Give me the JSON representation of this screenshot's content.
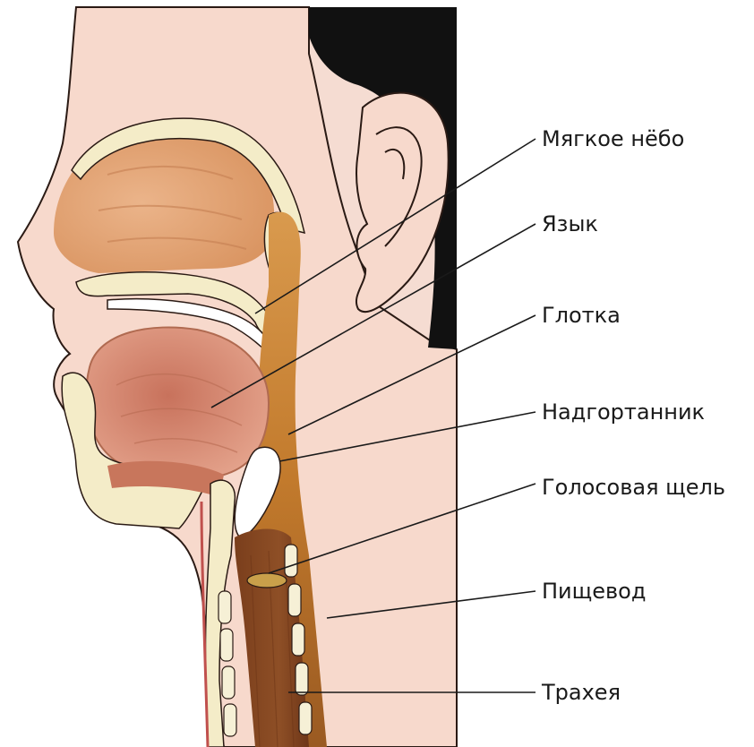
{
  "labels": [
    {
      "id": "soft-palate",
      "text": "Мягкое нёбо"
    },
    {
      "id": "tongue",
      "text": "Язык"
    },
    {
      "id": "pharynx",
      "text": "Глотка"
    },
    {
      "id": "epiglottis",
      "text": "Надгортанник"
    },
    {
      "id": "glottis",
      "text": "Голосовая щель"
    },
    {
      "id": "esophagus",
      "text": "Пищевод"
    },
    {
      "id": "trachea",
      "text": "Трахея"
    }
  ],
  "colors": {
    "skin": "#f7d9cc",
    "skin_outline": "#2a1a14",
    "hair": "#111111",
    "background_panel": "#f5dcd2",
    "nasal_cavity": "#e8a77a",
    "bone_cream": "#f4ecc8",
    "tongue": "#d98a73",
    "pharynx_tube": "#c98235",
    "esophagus_dark": "#8a4a22",
    "trachea_rings": "#f6f0d6",
    "leader_line": "#1a1a1a"
  }
}
